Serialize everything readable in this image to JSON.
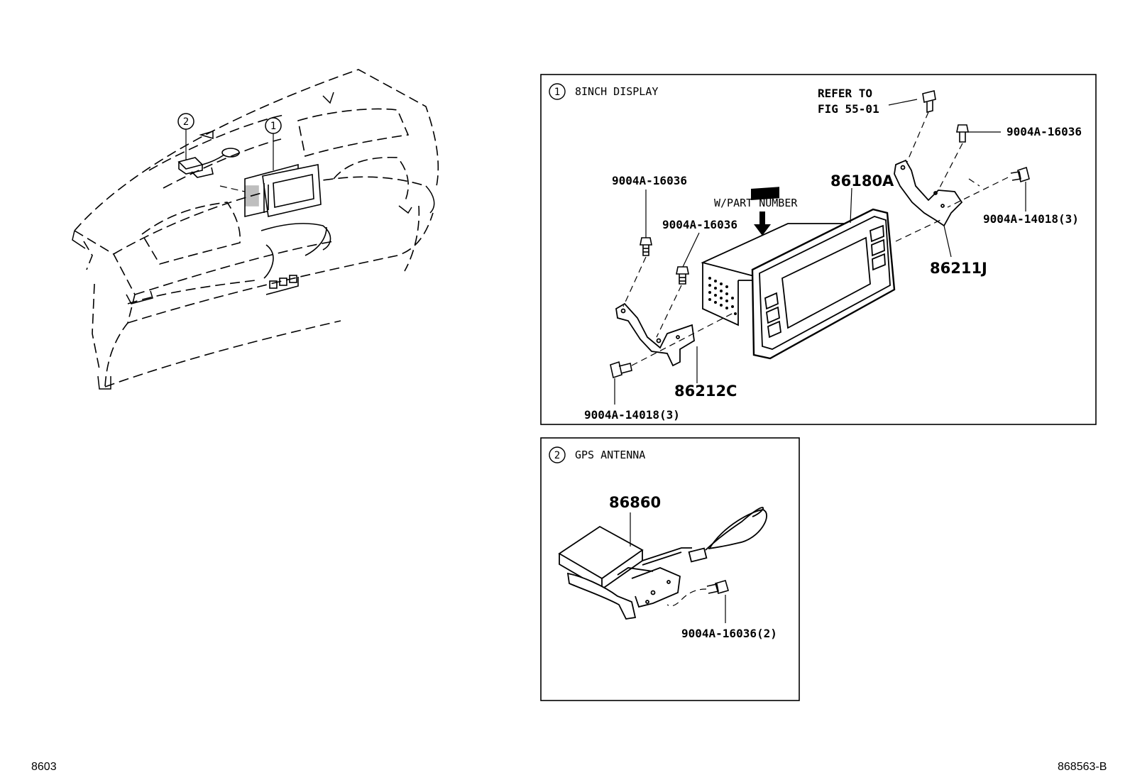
{
  "overview": {
    "callouts": [
      "1",
      "2"
    ]
  },
  "panel1": {
    "number": "1",
    "title": "8INCH DISPLAY",
    "refer_line1": "REFER TO",
    "refer_line2": "FIG 55-01",
    "part_display": "86180A",
    "part_bracket_left": "86212C",
    "part_bracket_right": "86211J",
    "screw_left_top": "9004A-16036",
    "screw_left_mid": "9004A-16036",
    "screw_left_bottom": "9004A-14018(3)",
    "screw_right_top": "9004A-16036",
    "screw_right_mid": "9004A-14018(3)",
    "part_number_note": "W/PART NUMBER"
  },
  "panel2": {
    "number": "2",
    "title": "GPS ANTENNA",
    "part_antenna": "86860",
    "screw": "9004A-16036(2)"
  },
  "footer": {
    "left": "8603",
    "right": "868563-B"
  }
}
